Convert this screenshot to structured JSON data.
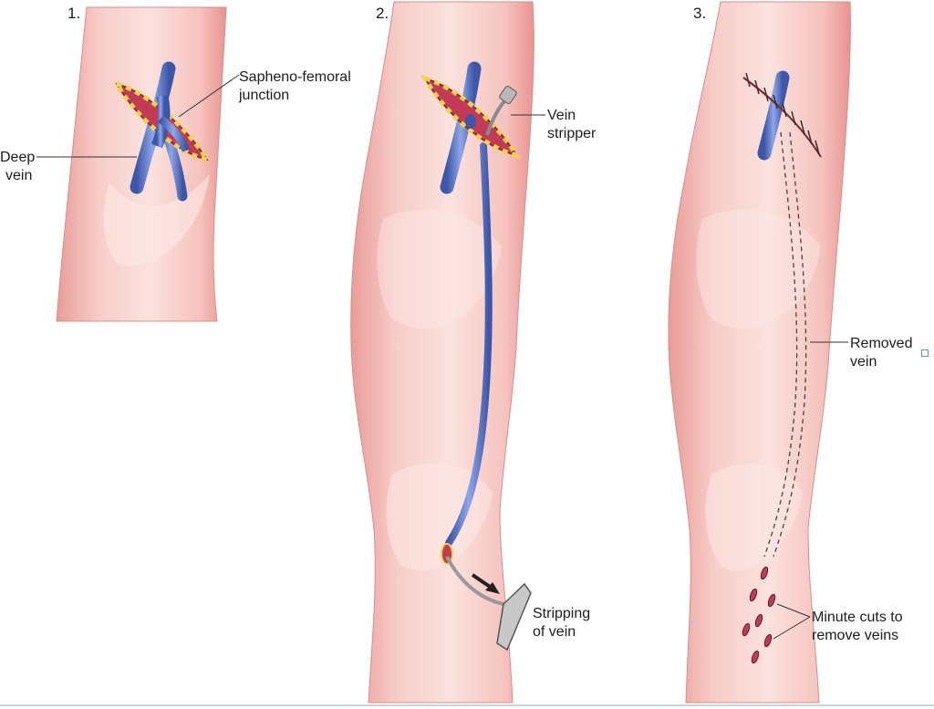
{
  "panels": [
    {
      "number": "1.",
      "labels": [
        {
          "lines": [
            "Sapheno-femoral",
            "junction"
          ]
        },
        {
          "lines": [
            "Deep",
            "vein"
          ]
        }
      ]
    },
    {
      "number": "2.",
      "labels": [
        {
          "lines": [
            "Vein",
            "stripper"
          ]
        },
        {
          "lines": [
            "Stripping",
            "of vein"
          ]
        }
      ]
    },
    {
      "number": "3.",
      "labels": [
        {
          "lines": [
            "Removed",
            "vein"
          ]
        },
        {
          "lines": [
            "Minute cuts to",
            "remove veins"
          ]
        }
      ]
    }
  ],
  "colors": {
    "skin": "#f6c7c2",
    "skin_light": "#fbe3e0",
    "skin_shadow": "#e89a96",
    "vein": "#6f88d6",
    "vein_dark": "#3d57a8",
    "incision": "#c23a55",
    "fat": "#f2d24a"
  }
}
